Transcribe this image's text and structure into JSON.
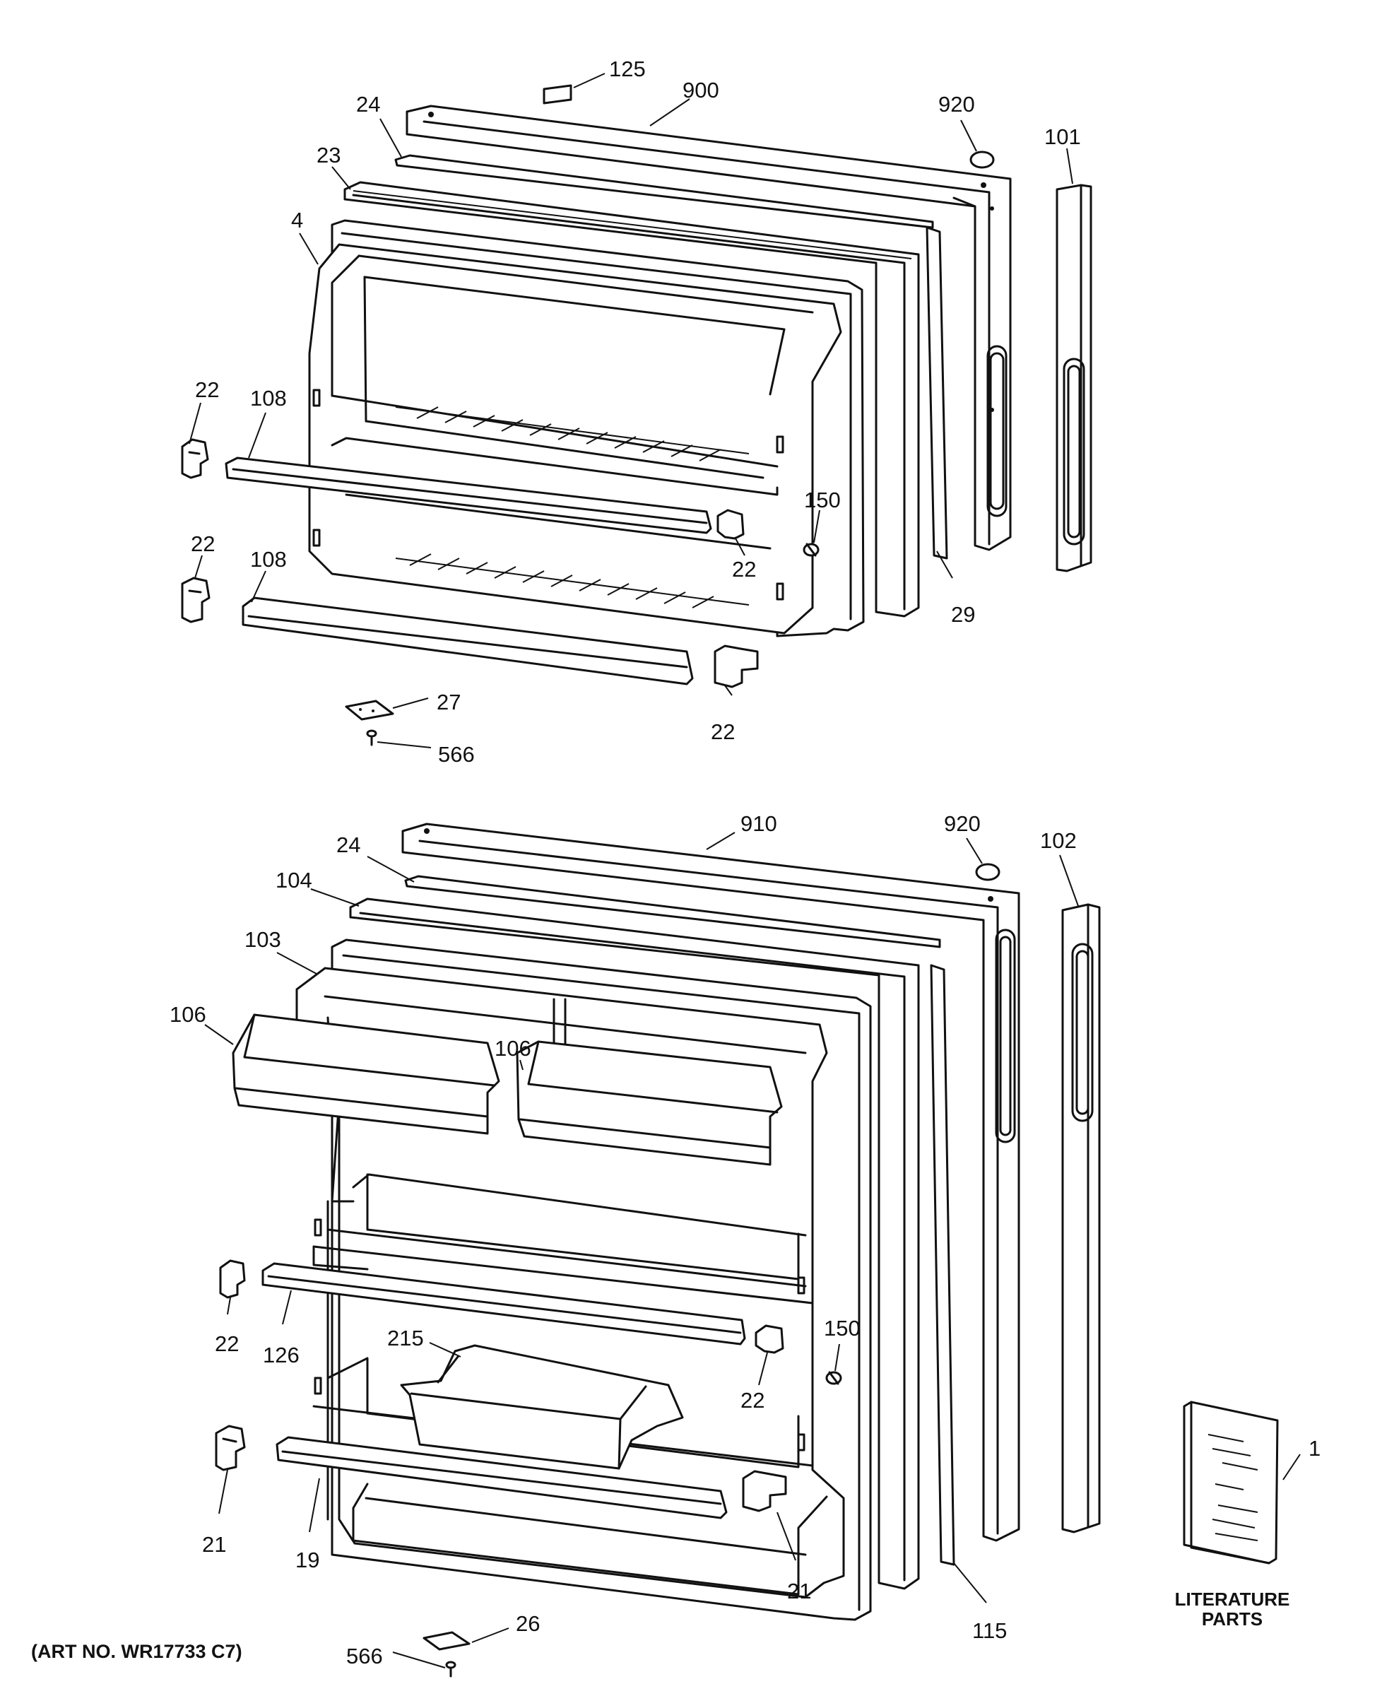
{
  "diagram": {
    "freezer_callouts": {
      "c125": "125",
      "c900": "900",
      "c920": "920",
      "c101": "101",
      "c24": "24",
      "c23": "23",
      "c4": "4",
      "c22a": "22",
      "c108a": "108",
      "c22b": "22",
      "c108b": "108",
      "c22c": "22",
      "c22d": "22",
      "c150": "150",
      "c29": "29",
      "c27": "27",
      "c566": "566"
    },
    "fresh_food_callouts": {
      "c910": "910",
      "c920": "920",
      "c102": "102",
      "c24": "24",
      "c104": "104",
      "c103": "103",
      "c106a": "106",
      "c106b": "106",
      "c22a": "22",
      "c126": "126",
      "c215": "215",
      "c150": "150",
      "c22b": "22",
      "c21a": "21",
      "c19": "19",
      "c21b": "21",
      "c115": "115",
      "c1": "1",
      "c26": "26",
      "c566": "566"
    },
    "literature_caption_line1": "LITERATURE",
    "literature_caption_line2": "PARTS",
    "art_number": "(ART NO. WR17733 C7)"
  }
}
